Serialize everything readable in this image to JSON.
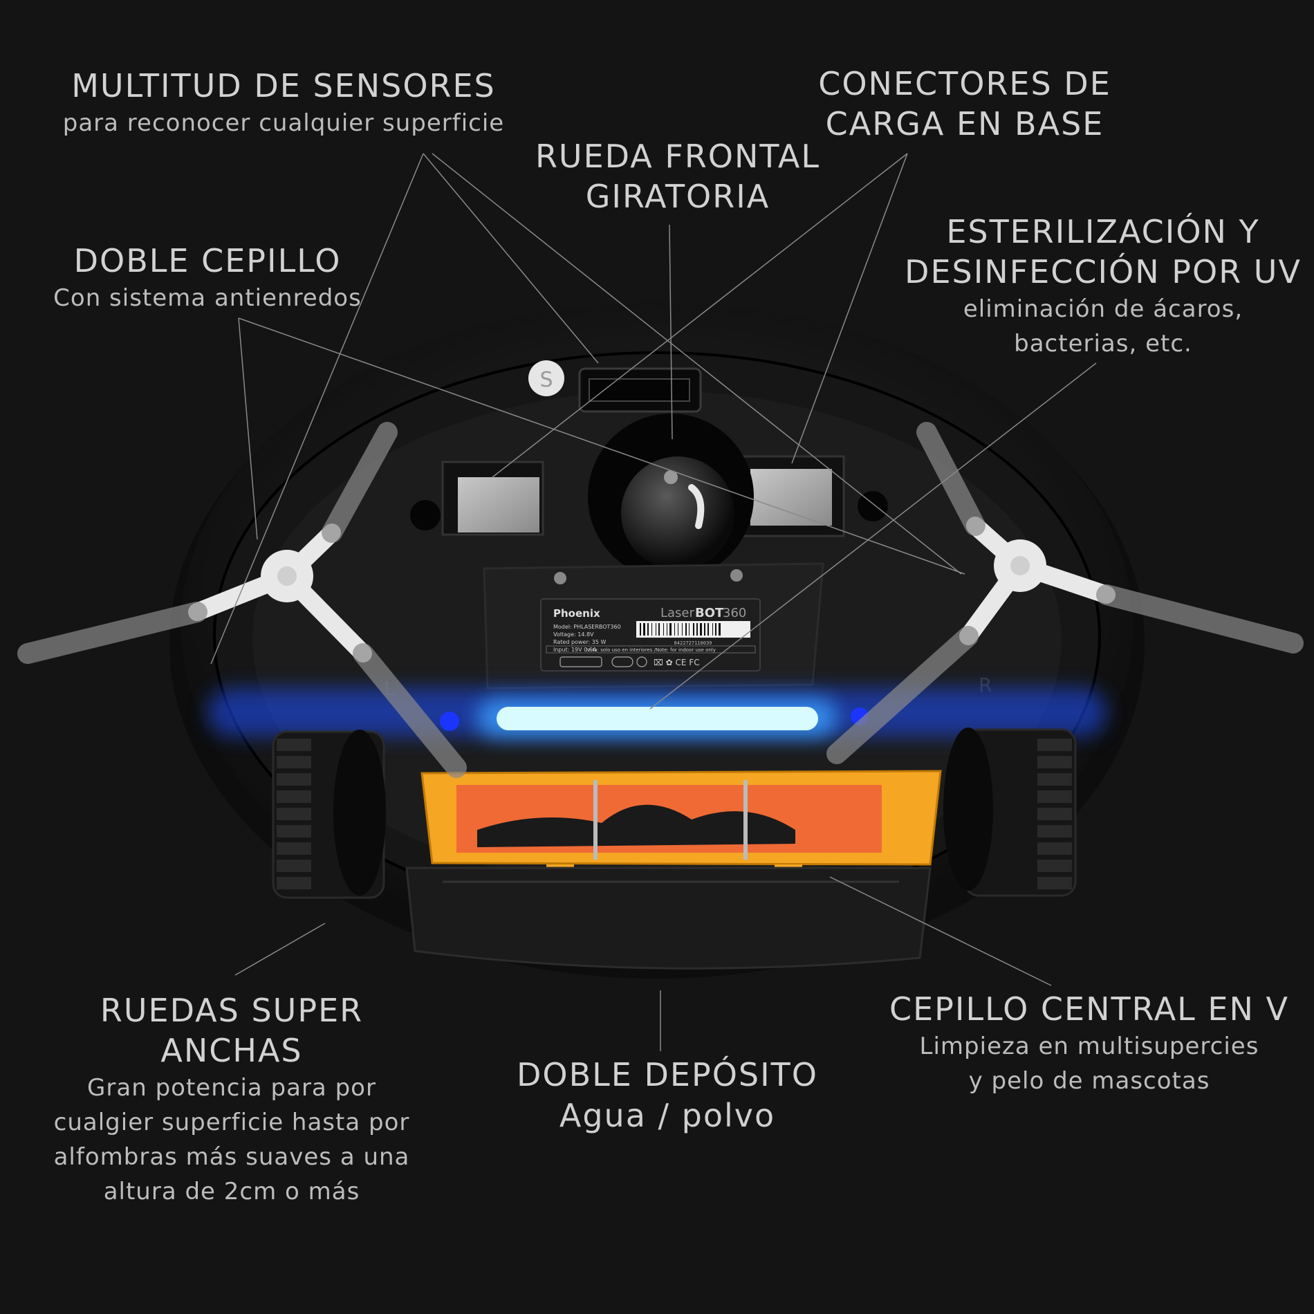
{
  "features": {
    "sensors": {
      "title": "MULTITUD DE SENSORES",
      "subtitle": "para reconocer cualquier superficie"
    },
    "double_brush": {
      "title": "DOBLE CEPILLO",
      "subtitle": "Con sistema antienredos"
    },
    "front_wheel": {
      "title_line1": "RUEDA FRONTAL",
      "title_line2": "GIRATORIA"
    },
    "charging": {
      "title_line1": "CONECTORES DE",
      "title_line2": "CARGA EN BASE"
    },
    "uv": {
      "title_line1": "ESTERILIZACIÓN Y",
      "title_line2": "DESINFECCIÓN POR UV",
      "subtitle_line1": "eliminación de ácaros,",
      "subtitle_line2": "bacterias, etc."
    },
    "wheels": {
      "title": "RUEDAS SUPER ANCHAS",
      "lines": [
        "Gran potencia para por",
        "cualgier superficie hasta por",
        "alfombras más suaves a una",
        "altura de 2cm o más"
      ]
    },
    "deposit": {
      "title": "DOBLE DEPÓSITO",
      "subtitle": "Agua / polvo"
    },
    "central_brush": {
      "title": "CEPILLO CENTRAL EN  V",
      "subtitle_line1": "Limpieza en multisupercies",
      "subtitle_line2": "y pelo de mascotas"
    }
  },
  "product_label": {
    "brand": "Phoenix",
    "model_line": "Model: PHLASERBOT360",
    "voltage": "Voltage: 14.8V",
    "power": "Rated power: 35 W",
    "input": "Input: 19V 0.6A",
    "product_name_light": "Laser",
    "product_name_bold": "BOT",
    "product_number": "360",
    "note": "Nota: solo uso en interiores /Note: for indoor use only",
    "barcode_number": "8422727110039"
  },
  "markings": {
    "switch_letter": "S",
    "right_letter": "R",
    "left_letter": "L"
  },
  "colors": {
    "background": "#141414",
    "text": "#d2d2d2",
    "uv_glow": "#2a6bff",
    "dustbox": "#f5a623",
    "brush_roll": "#f06a35"
  }
}
